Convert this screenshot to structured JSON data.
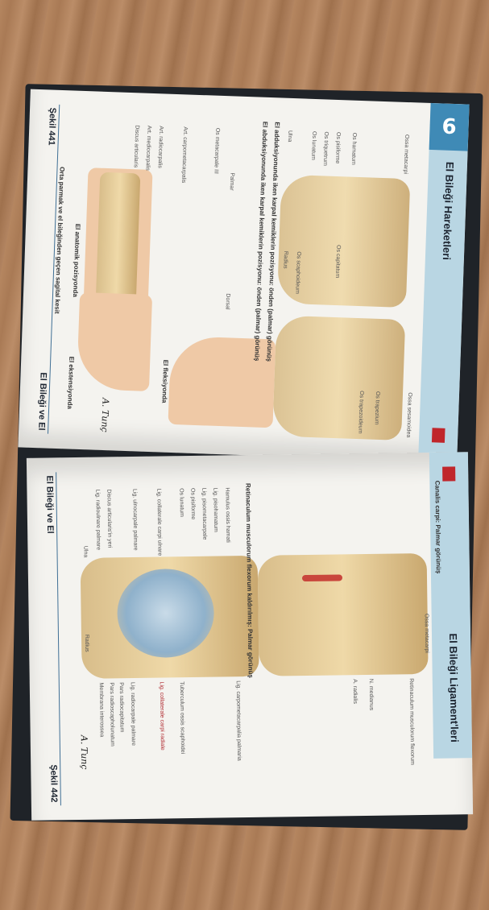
{
  "top_page": {
    "chapter_number": "6",
    "section_title": "El Bileği Hareketleri",
    "running_title": "El Bileği ve El",
    "figure_label": "Şekil 441",
    "captions": [
      "El abduksiyonunda iken karpal kemiklerin pozisyonu: önden (palmar) görünüş",
      "El adduksiyonunda iken karpal kemiklerin pozisyonu: önden (palmar) görünüş",
      "Orta parmak ve el bileğinden geçen sagital kesit",
      "El anatomik pozisyonda",
      "El fleksiyonda",
      "El ekstensiyonda"
    ],
    "labels": [
      "Ulna",
      "Os hamatum",
      "Os pisiforme",
      "Os triquetrum",
      "Os lunatum",
      "Radius",
      "Os scaphoideum",
      "Os capitatum",
      "Os trapezoideum",
      "Os trapezium",
      "Ossa metacarpi",
      "Ossa sesamoidea",
      "Art. radiocarpalis",
      "Art. mediocarpalis",
      "Art. carpometacarpalis",
      "Discus articularis",
      "Palmar",
      "Dorsal",
      "Os metacarpale III"
    ],
    "signature": "A. Tunç"
  },
  "bottom_page": {
    "section_title": "El Bileği Ligament'leri",
    "running_title": "El Bileği ve El",
    "figure_label": "Şekil 442",
    "captions": [
      "Canalis carpi: Palmar görünüş",
      "Retinaculum musculorum flexorum kaldırılmış: Palmar görünüş"
    ],
    "labels": [
      "Ossa metacarpi",
      "Hamulus ossis hamati",
      "Lig. pisohamatum",
      "Lig. pisometacarpale",
      "Os pisiforme",
      "Os lunatum",
      "Lig. collaterale carpi ulnare",
      "Lig. ulnocarpale palmare",
      "Discus articularis'in yeri",
      "Lig. radioulnare palmare",
      "Ulna",
      "Radius",
      "Membrana interossea",
      "Pars radiocapitatum",
      "Pars radioscapholunatum",
      "Lig. radiocarpale palmare",
      "Lig. collaterale carpi radiale",
      "Tuberculum ossis scaphoidei",
      "Lig. carpometacarpalia palmaria",
      "Retinaculum musculorum flexorum",
      "N. medianus",
      "A. radialis"
    ],
    "signature": "A. Tunç"
  },
  "colors": {
    "accent_blue": "#3f8ab6",
    "band_blue": "#b9d6e3",
    "marker_red": "#c0262b"
  }
}
